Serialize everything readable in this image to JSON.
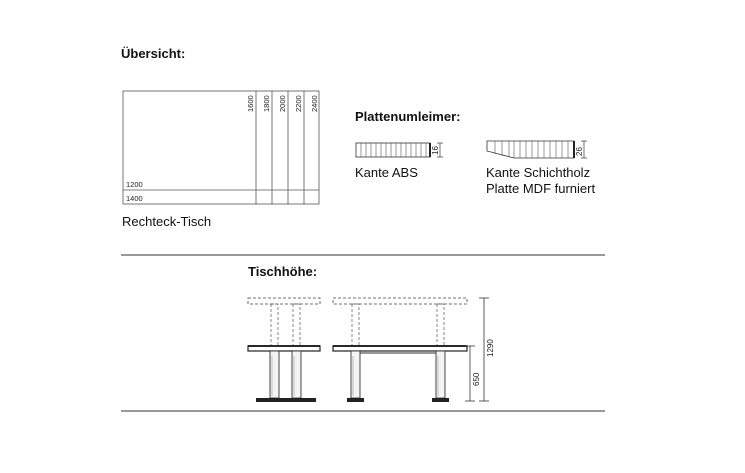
{
  "overview": {
    "heading": "Übersicht:",
    "widths": [
      "1600",
      "1800",
      "2000",
      "2200",
      "2400"
    ],
    "depths": [
      "1200",
      "1400"
    ],
    "caption": "Rechteck-Tisch"
  },
  "edging": {
    "heading": "Plattenumleimer:",
    "abs": {
      "dimension": "16",
      "caption": "Kante ABS"
    },
    "wood": {
      "dimension": "26",
      "caption_line1": "Kante Schichtholz",
      "caption_line2": "Platte MDF furniert"
    }
  },
  "height": {
    "heading": "Tischhöhe:",
    "max": "1290",
    "min": "650"
  }
}
